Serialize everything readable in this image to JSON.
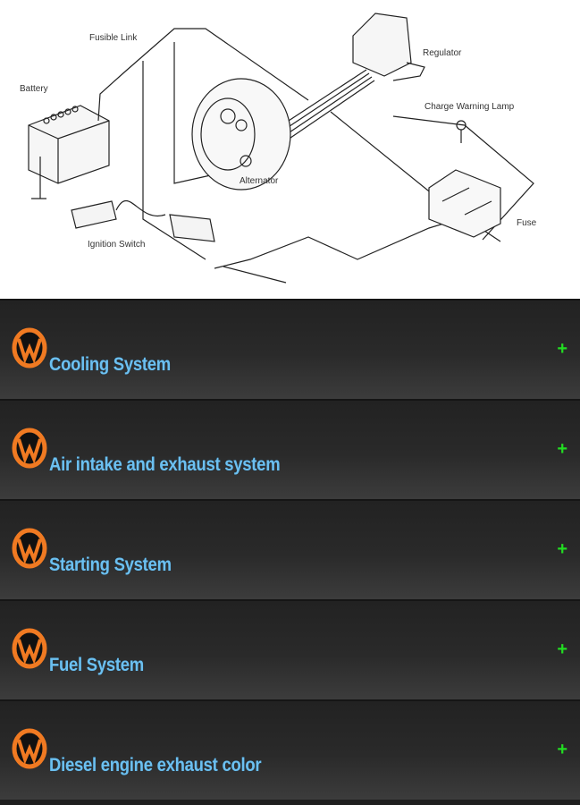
{
  "diagram": {
    "labels": {
      "fusible_link": "Fusible Link",
      "battery": "Battery",
      "regulator": "Regulator",
      "charge_warning_lamp": "Charge Warning Lamp",
      "alternator": "Alternator",
      "ignition_switch": "Ignition Switch",
      "fuse": "Fuse"
    }
  },
  "menu": {
    "items": [
      {
        "label": "Cooling System",
        "icon": "plus-icon"
      },
      {
        "label": "Air intake and exhaust system",
        "icon": "plus-icon"
      },
      {
        "label": "Starting System",
        "icon": "plus-icon"
      },
      {
        "label": "Fuel System",
        "icon": "plus-icon"
      },
      {
        "label": "Diesel engine exhaust color",
        "icon": "plus-icon"
      }
    ],
    "expand_symbol": "+",
    "colors": {
      "label": "#6cc0f0",
      "plus": "#22dd22",
      "logo": "#f07a22"
    }
  }
}
